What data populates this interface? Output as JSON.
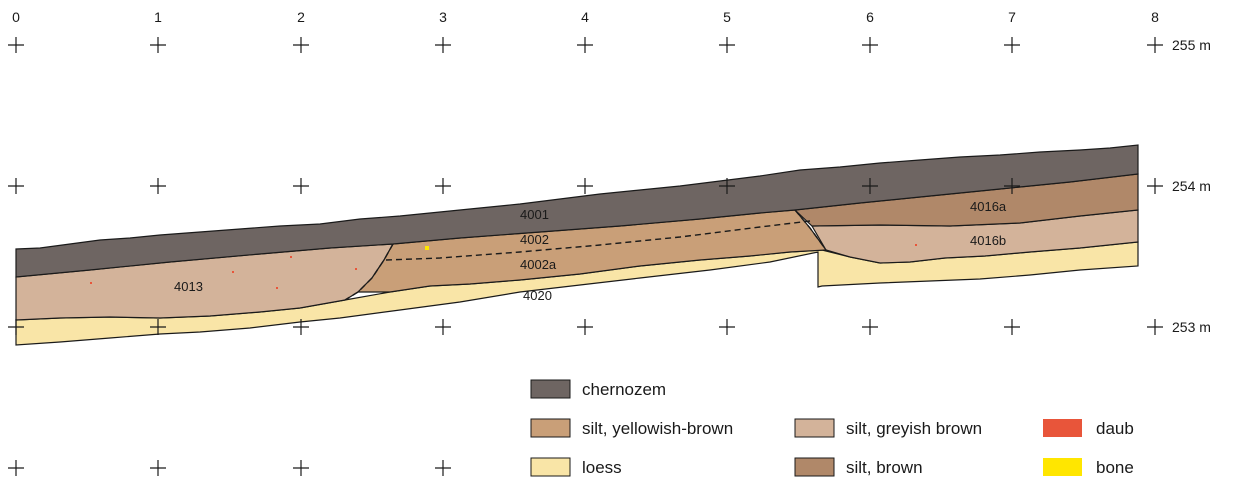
{
  "x_axis": {
    "ticks": [
      "0",
      "1",
      "2",
      "3",
      "4",
      "5",
      "6",
      "7",
      "8"
    ]
  },
  "y_axis": {
    "ticks": [
      "255 m",
      "254 m",
      "253 m"
    ]
  },
  "layers": [
    {
      "id": "4001",
      "material": "chernozem",
      "color": "#6e6562"
    },
    {
      "id": "4002",
      "material": "silt, yellowish-brown",
      "color": "#c99f78"
    },
    {
      "id": "4002a",
      "material": "silt, yellowish-brown",
      "color": "#c99f78"
    },
    {
      "id": "4013",
      "material": "silt, greyish brown",
      "color": "#d3b39a"
    },
    {
      "id": "4016a",
      "material": "silt, brown",
      "color": "#b08869"
    },
    {
      "id": "4016b",
      "material": "silt, greyish brown",
      "color": "#d3b39a"
    },
    {
      "id": "4020",
      "material": "loess",
      "color": "#f9e5a7"
    }
  ],
  "legend": [
    {
      "label": "chernozem",
      "color": "#6e6562"
    },
    {
      "label": "silt, yellowish-brown",
      "color": "#c99f78"
    },
    {
      "label": "loess",
      "color": "#f9e5a7"
    },
    {
      "label": "silt, greyish brown",
      "color": "#d3b39a"
    },
    {
      "label": "silt, brown",
      "color": "#b08869"
    },
    {
      "label": "daub",
      "color": "#e8553a"
    },
    {
      "label": "bone",
      "color": "#ffe600"
    }
  ]
}
